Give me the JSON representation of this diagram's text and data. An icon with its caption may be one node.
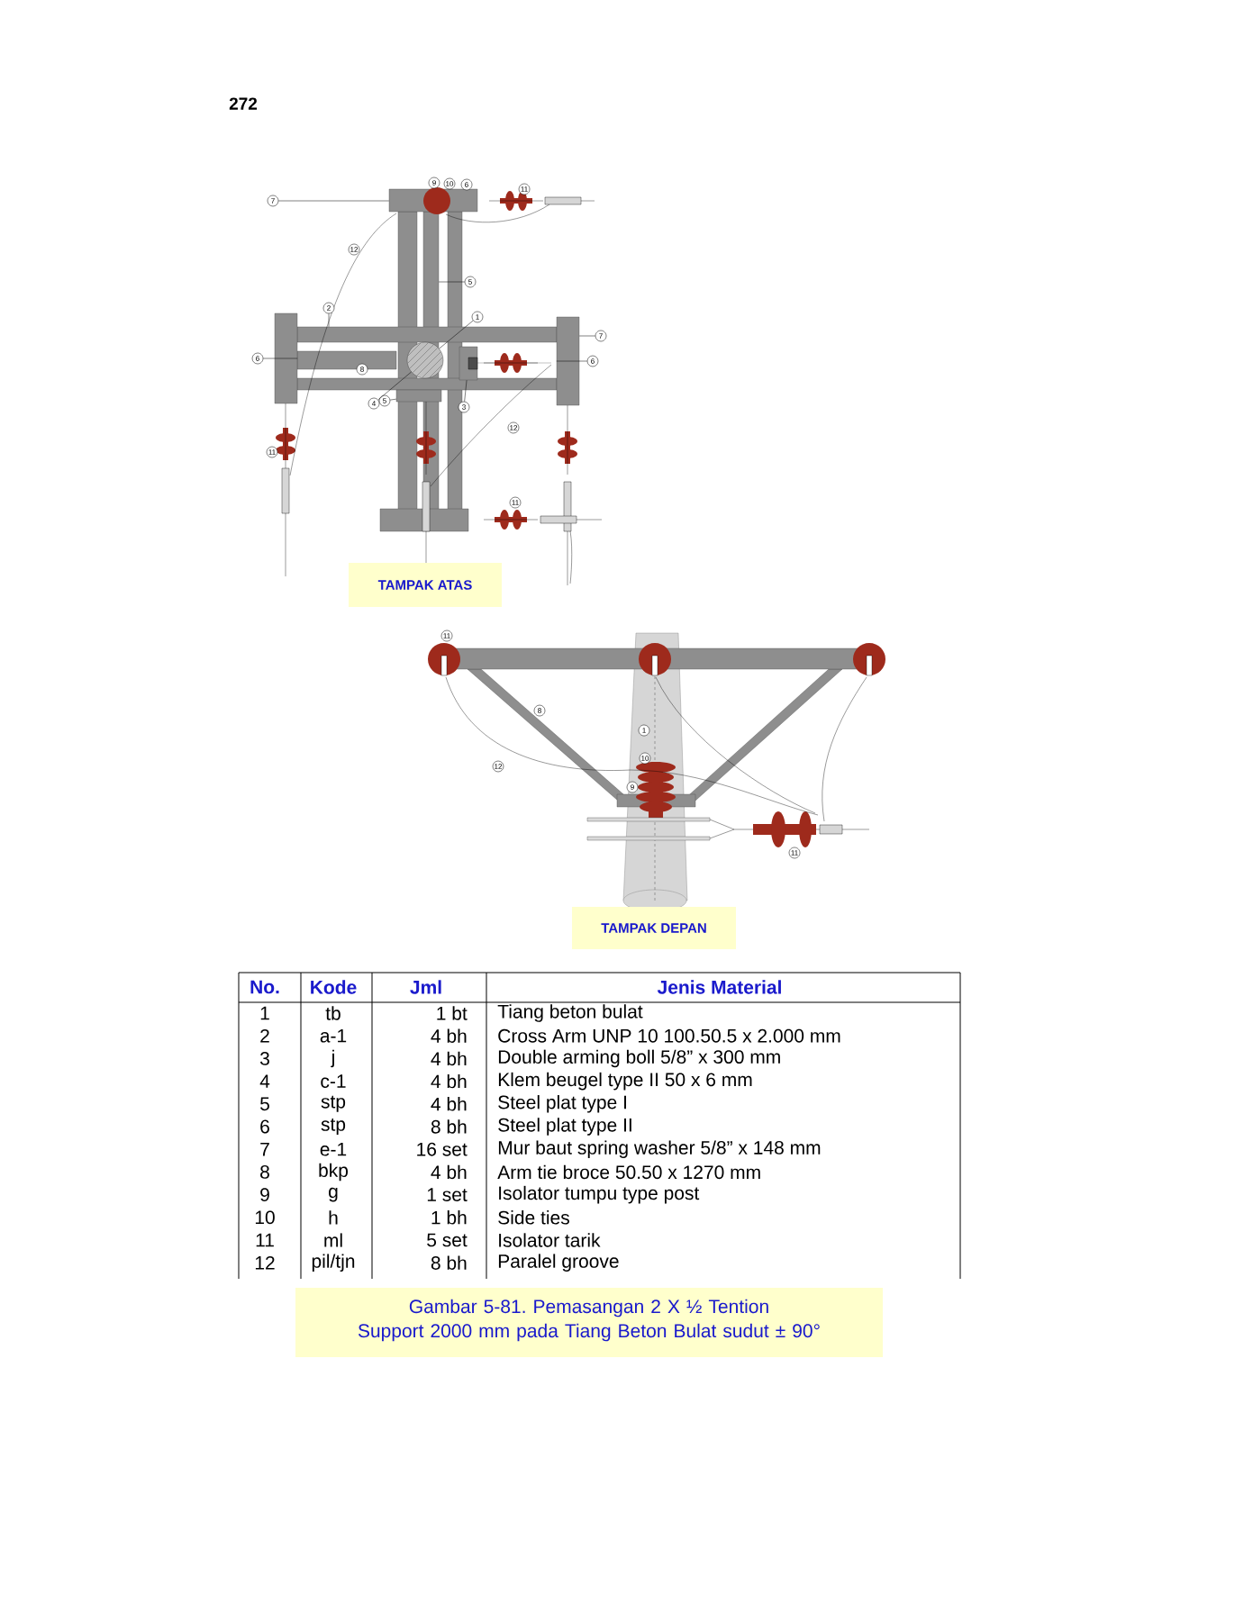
{
  "diagram": {
    "caption": "Gambar 5-81. Pemasangan 2 X ½ Tention Support 2000 mm pada Tiang Beton Bulat sudut ± 90°",
    "nodes": [
      {
        "text": [
          "7"
        ]
      },
      {
        "text": [
          "5"
        ]
      },
      {
        "text": [
          "2"
        ]
      },
      {
        "text": [
          "1"
        ]
      },
      {
        "text": [
          "7"
        ]
      },
      {
        "text": [
          "6"
        ]
      },
      {
        "text": [
          "6"
        ]
      },
      {
        "text": [
          "4"
        ]
      },
      {
        "text": [
          "5"
        ]
      },
      {
        "text": [
          "3"
        ]
      },
      {
        "text": [],
        "shape": "box"
      },
      {
        "text": [],
        "shape": "box"
      },
      {
        "text": [],
        "shape": "box"
      },
      {
        "text": [],
        "shape": "bar"
      },
      {
        "text": [],
        "shape": "bar"
      },
      {
        "text": [],
        "shape": "circle"
      },
      {
        "text": [],
        "shape": "box"
      },
      {
        "text": [],
        "shape": "box"
      }
    ],
    "edges": [
      {
        "from": 0,
        "to": 12,
        "arrow": "none"
      },
      {
        "from": 1,
        "to": 13,
        "arrow": "none"
      },
      {
        "from": 2,
        "to": 14,
        "arrow": "none"
      },
      {
        "from": 3,
        "to": 15,
        "arrow": "none"
      },
      {
        "from": 4,
        "to": 11,
        "arrow": "none"
      },
      {
        "from": 5,
        "to": 10,
        "arrow": "none"
      },
      {
        "from": 6,
        "to": 11,
        "arrow": "none"
      },
      {
        "from": 7,
        "to": 15,
        "arrow": "none"
      },
      {
        "from": 8,
        "to": 17,
        "arrow": "none"
      },
      {
        "from": 9,
        "to": 16,
        "arrow": "none"
      }
    ],
    "labels": [
      "272",
      "9",
      "10",
      "6",
      "11",
      "12",
      "8",
      "12",
      "11",
      "11",
      "TAMPAK ATAS",
      "11",
      "8",
      "1",
      "10",
      "12",
      "9",
      "11",
      "TAMPAK DEPAN",
      "No.",
      "Kode",
      "Jml",
      "Jenis Material",
      "1",
      "tb",
      "1 bt",
      "Tiang beton bulat",
      "2",
      "a-1",
      "4 bh",
      "Cross Arm UNP 10 100.50.5 x 2.000 mm",
      "3",
      "j",
      "4 bh",
      "Double arming boll 5/8” x 300 mm",
      "4",
      "c-1",
      "4 bh",
      "Klem beugel type II 50 x 6 mm",
      "5",
      "stp",
      "4 bh",
      "Steel plat type I",
      "6",
      "stp",
      "8 bh",
      "Steel plat type II",
      "7",
      "e-1",
      "16 set",
      "Mur baut spring washer 5/8” x 148 mm",
      "8",
      "bkp",
      "4 bh",
      "Arm tie broce 50.50 x 1270 mm",
      "9",
      "g",
      "1 set",
      "Isolator tumpu type post",
      "10",
      "h",
      "1 bh",
      "Side ties",
      "11",
      "ml",
      "5 set",
      "Isolator tarik",
      "12",
      "pil/tjn",
      "8 bh",
      "Paralel groove"
    ]
  }
}
